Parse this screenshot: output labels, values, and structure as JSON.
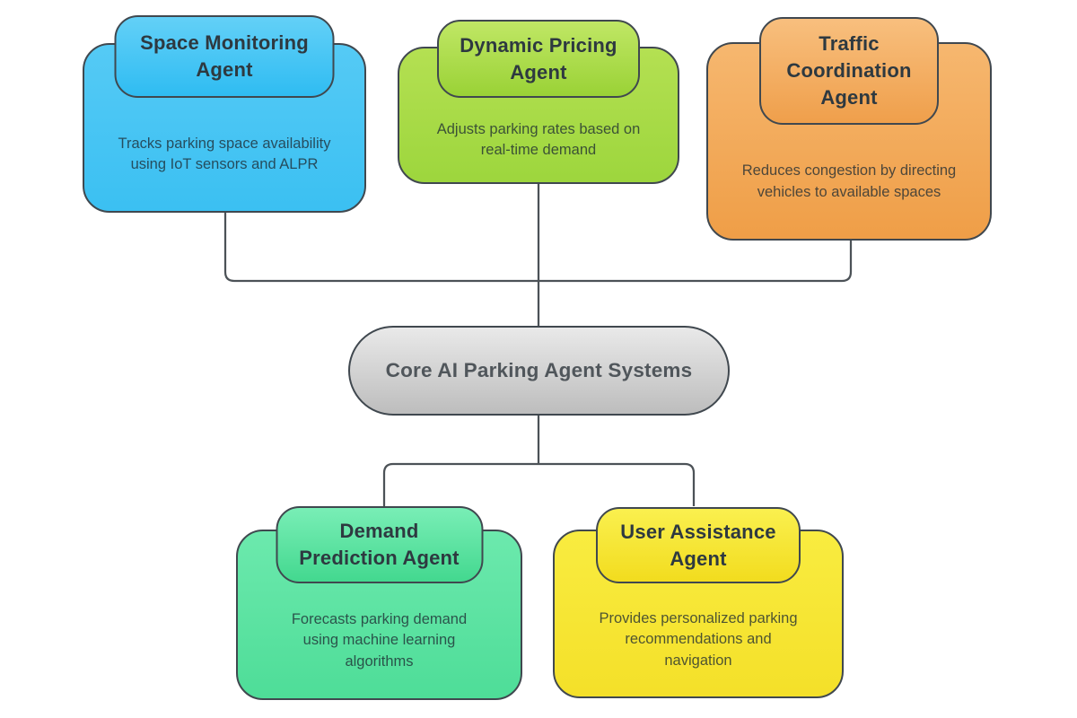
{
  "diagram": {
    "connector_color": "#4C5257",
    "border_color": "#40484F",
    "text": {
      "header_color": "#2E3940",
      "description_color": "rgba(30,42,50,0.78)"
    },
    "center": {
      "title": "Core AI Parking Agent Systems",
      "colors": {
        "body_top": "#E9E9E9",
        "body_bottom": "#BDBDBD",
        "text": "#50565B"
      }
    },
    "nodes": [
      {
        "id": "space-monitoring-agent",
        "title": "Space Monitoring\nAgent",
        "description": "Tracks parking space availability using IoT sensors and ALPR",
        "colors": {
          "header_top": "#63D0F7",
          "header_bottom": "#2FBCF2",
          "body_top": "#55CAF5",
          "body_bottom": "#3BC0F2"
        }
      },
      {
        "id": "dynamic-pricing-agent",
        "title": "Dynamic Pricing\nAgent",
        "description": "Adjusts parking rates based on real-time demand",
        "colors": {
          "header_top": "#C0E765",
          "header_bottom": "#9AD236",
          "body_top": "#B4E052",
          "body_bottom": "#9DD63D"
        }
      },
      {
        "id": "traffic-coordination-agent",
        "title": "Traffic\nCoordination\nAgent",
        "description": "Reduces congestion by directing vehicles to available spaces",
        "colors": {
          "header_top": "#F8BF7E",
          "header_bottom": "#EF9F4B",
          "body_top": "#F6B76F",
          "body_bottom": "#EF9E47"
        }
      },
      {
        "id": "demand-prediction-agent",
        "title": "Demand\nPrediction Agent",
        "description": "Forecasts parking demand using machine learning algorithms",
        "colors": {
          "header_top": "#79EEB6",
          "header_bottom": "#43D88F",
          "body_top": "#6CE9AD",
          "body_bottom": "#4EDD98"
        }
      },
      {
        "id": "user-assistance-agent",
        "title": "User Assistance\nAgent",
        "description": "Provides personalized parking recommendations and navigation",
        "colors": {
          "header_top": "#FAF04F",
          "header_bottom": "#F2DC1E",
          "body_top": "#F9EC40",
          "body_bottom": "#F4E029"
        }
      }
    ]
  }
}
